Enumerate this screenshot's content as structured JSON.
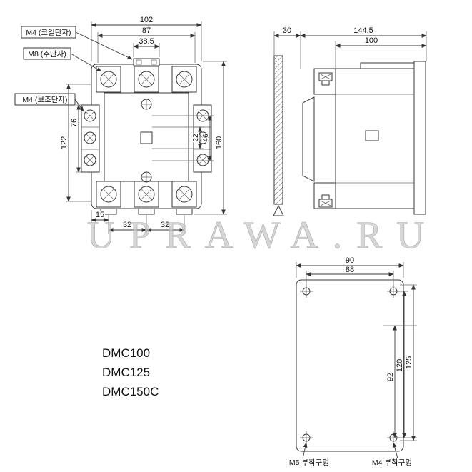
{
  "watermark": "UPRAWA.RU",
  "models": [
    "DMC100",
    "DMC125",
    "DMC150C"
  ],
  "front_view": {
    "terminal_labels": {
      "coil": "M4 (코일단자)",
      "main": "M8 (주단자)",
      "aux": "M4 (보조단자)"
    },
    "dims": {
      "width_overall": "102",
      "width_mount": "87",
      "width_coil": "38.5",
      "height_overall": "160",
      "height_mount": "122",
      "height_aux": "76",
      "center_small": "22",
      "center_large": "46",
      "bottom_offset": "15",
      "bottom_pitch_a": "32",
      "bottom_pitch_b": "32"
    }
  },
  "side_view": {
    "dims": {
      "wall_gap": "30",
      "depth_overall": "144.5",
      "depth_body": "100"
    }
  },
  "mount_view": {
    "dims": {
      "width_outer": "90",
      "width_pitch": "88",
      "height_a": "92",
      "height_b": "120",
      "height_c": "125"
    },
    "hole_labels": {
      "m5": "M5 부착구멍",
      "m4": "M4 부착구멍"
    }
  }
}
